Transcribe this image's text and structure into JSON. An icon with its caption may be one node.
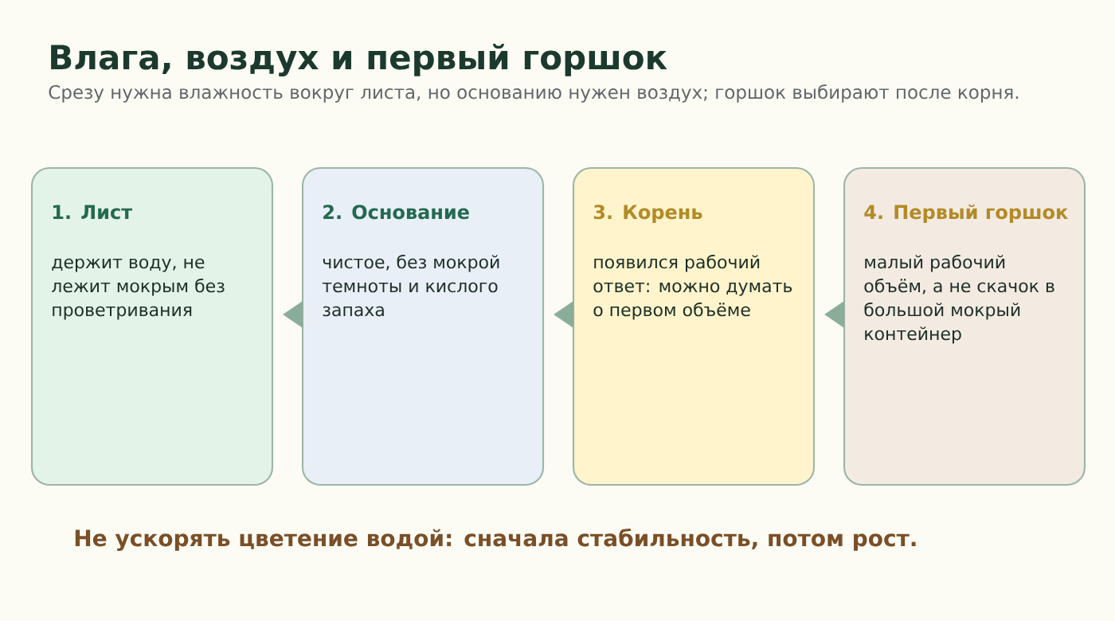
{
  "diagram": {
    "title": "Влага, воздух и первый горшок",
    "nodes": [
      {
        "text": [
          "1. Лист",
          "держит воду, не лежит мокрым без проветривания"
        ]
      },
      {
        "text": [
          "2. Основание",
          "чистое, без мокрой темноты и кислого запаха"
        ]
      },
      {
        "text": [
          "3. Корень",
          "появился рабочий ответ: можно думать о первом объёме"
        ]
      },
      {
        "text": [
          "4. Первый горшок",
          "малый рабочий объём, а не скачок в большой мокрый контейнер"
        ]
      }
    ],
    "edges": [
      {
        "from": 1,
        "to": 0,
        "arrow": "to"
      },
      {
        "from": 2,
        "to": 1,
        "arrow": "to"
      },
      {
        "from": 3,
        "to": 2,
        "arrow": "to"
      }
    ],
    "labels": [
      "Срезу нужна влажность вокруг листа, но основанию нужен воздух; горшок выбирают после корня.",
      "Не ускорять цветение водой: сначала стабильность, потом рост."
    ]
  }
}
